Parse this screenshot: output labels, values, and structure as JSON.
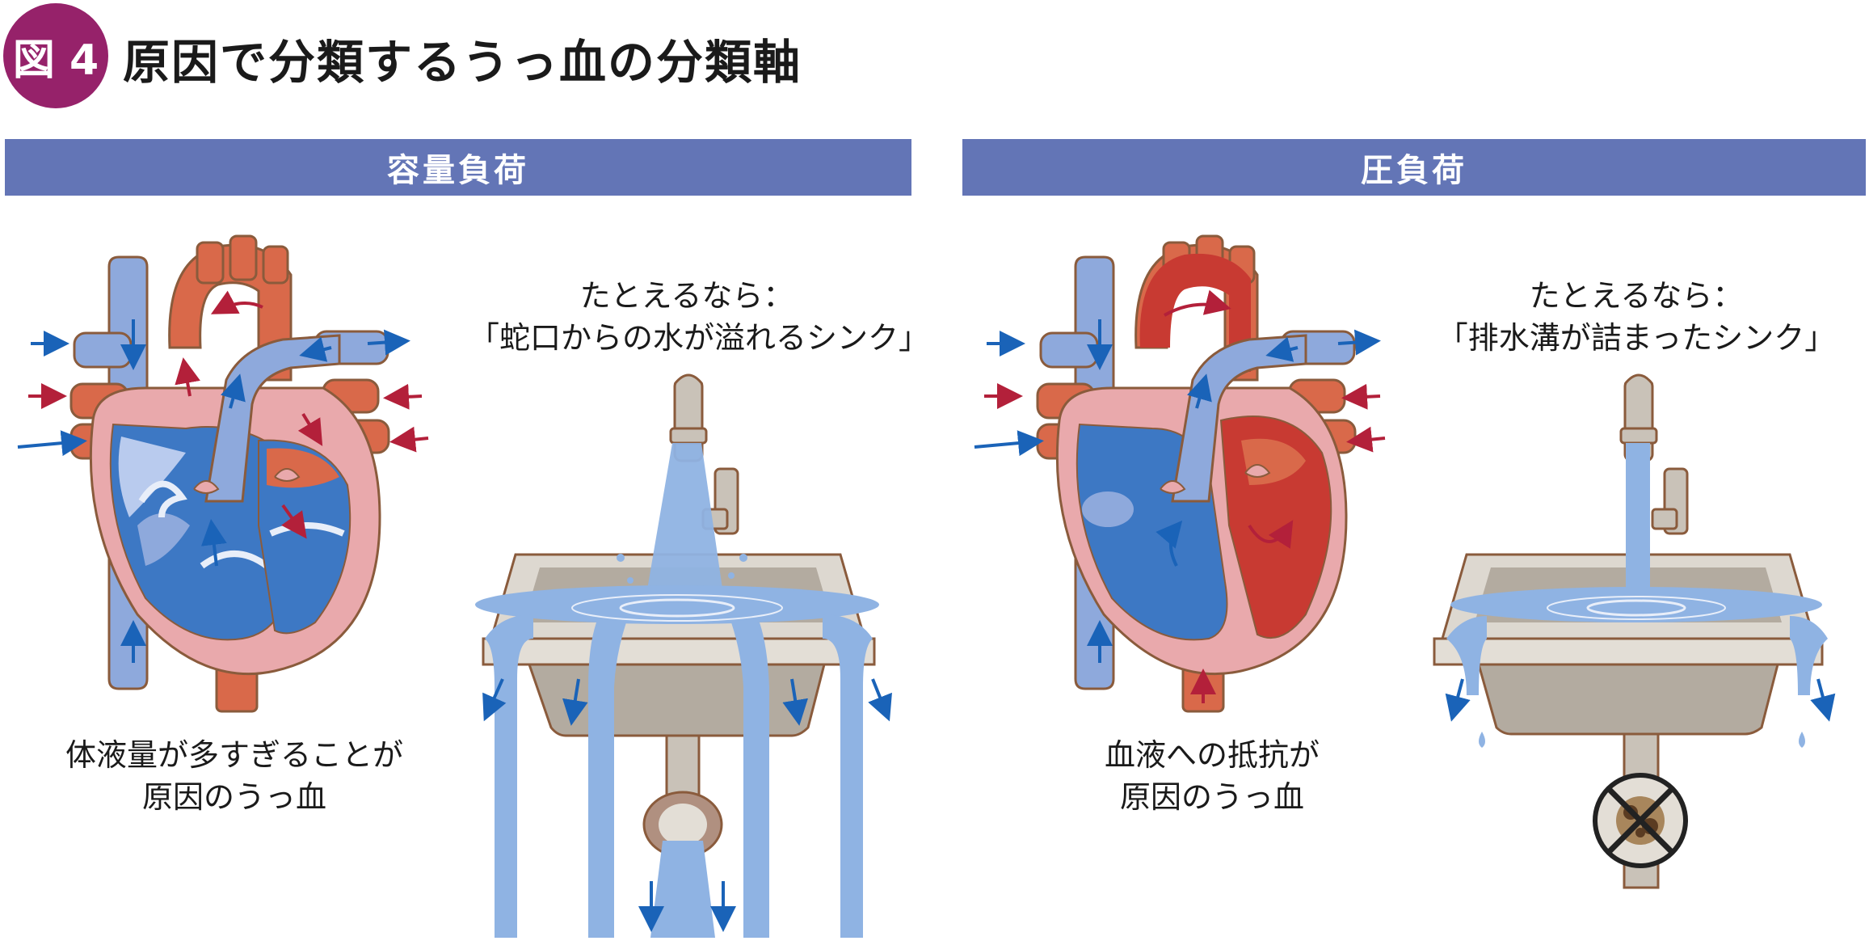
{
  "figure": {
    "badge": "図 4",
    "title": "原因で分類するうっ血の分類軸"
  },
  "panels": [
    {
      "header": "容量負荷",
      "analogy_line1": "たとえるなら：",
      "analogy_line2": "「蛇口からの水が溢れるシンク」",
      "cause_line1": "体液量が多すぎることが",
      "cause_line2": "原因のうっ血"
    },
    {
      "header": "圧負荷",
      "analogy_line1": "たとえるなら：",
      "analogy_line2": "「排水溝が詰まったシンク」",
      "cause_line1": "血液への抵抗が",
      "cause_line2": "原因のうっ血"
    }
  ],
  "colors": {
    "badge": "#96226a",
    "header": "#6375b6",
    "vein": "#8ea9dc",
    "artery": "#d9694a",
    "myocardium": "#e9a9ac",
    "blood_dark": "#3d78c4",
    "blood_red": "#c83a32",
    "water": "#8fb3e3",
    "arrow_blue": "#1a63b8",
    "arrow_red": "#b3203a",
    "outline": "#8a5b3c"
  },
  "icons": [
    "heart-illustration",
    "sink-illustration",
    "faucet-icon",
    "clogged-drain-icon",
    "flow-arrow-icon"
  ]
}
